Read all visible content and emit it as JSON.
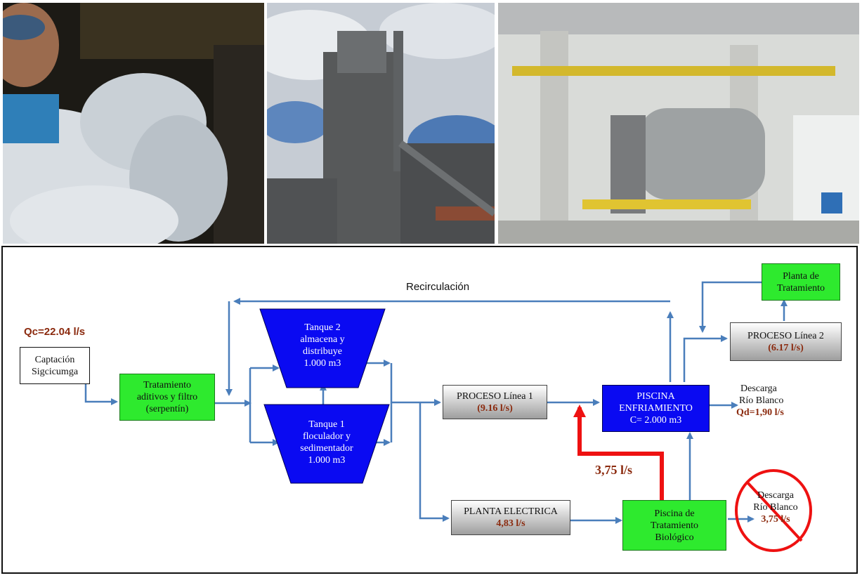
{
  "photos": [
    {
      "subject": "shredded-cotton-waste"
    },
    {
      "subject": "cement-preheater-tower"
    },
    {
      "subject": "cement-mill-building"
    }
  ],
  "diagram": {
    "recirculacion_label": "Recirculación",
    "qc_label": "Qc=22.04 l/s",
    "captacion": {
      "line1": "Captación",
      "line2": "Sigcicumga"
    },
    "tratamiento": {
      "line1": "Tratamiento",
      "line2": "aditivos y filtro",
      "line3": "(serpentín)"
    },
    "tanque2": {
      "line1": "Tanque  2",
      "line2": "almacena  y",
      "line3": "distribuye",
      "line4": "1.000 m3"
    },
    "tanque1": {
      "line1": "Tanque  1",
      "line2": "floculador y",
      "line3": "sedimentador",
      "line4": "1.000 m3"
    },
    "proceso1": {
      "label": "PROCESO Línea 1",
      "flow": "(9.16 l/s)"
    },
    "planta_electrica": {
      "label": "PLANTA ELECTRICA",
      "flow": "4,83 l/s"
    },
    "piscina_enfriamiento": {
      "line1": "PISCINA",
      "line2": "ENFRIAMIENTO",
      "line3": "C= 2.000 m3"
    },
    "piscina_tratamiento": {
      "line1": "Piscina de",
      "line2": "Tratamiento",
      "line3": "Biológico"
    },
    "proceso2": {
      "label": "PROCESO Línea 2",
      "flow": "(6.17 l/s)"
    },
    "planta_tratamiento": {
      "line1": "Planta de",
      "line2": "Tratamiento"
    },
    "descarga1": {
      "line1": "Descarga",
      "line2": "Río Blanco",
      "flow": "Qd=1,90 l/s"
    },
    "descarga2": {
      "line1": "Descarga",
      "line2": "Río Blanco",
      "flow": "3,75 l/s"
    },
    "red_flow_label": "3,75 l/s",
    "colors": {
      "arrow": "#4a7ebb",
      "red": "#ee1111",
      "green": "#2eea2e",
      "blue": "#0a0af2",
      "flow_text": "#8b2a0e"
    }
  }
}
